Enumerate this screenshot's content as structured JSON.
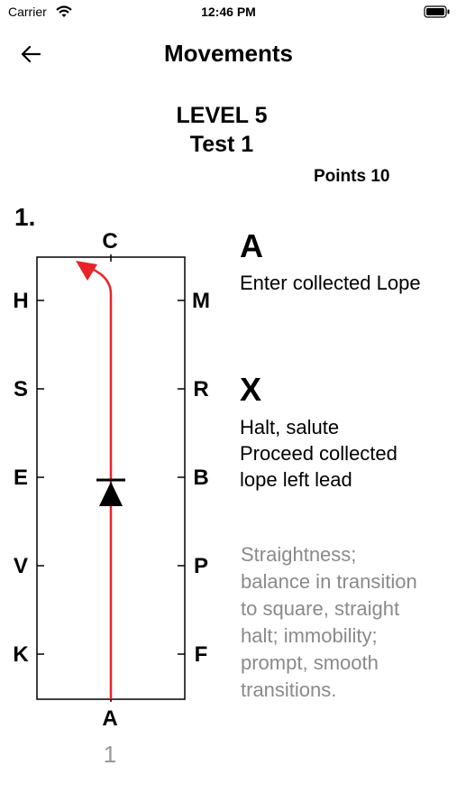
{
  "status_bar": {
    "carrier": "Carrier",
    "time": "12:46 PM"
  },
  "nav": {
    "title": "Movements",
    "back_icon": "arrow-left-icon"
  },
  "header": {
    "level": "LEVEL 5",
    "test": "Test 1",
    "points": "Points 10"
  },
  "movement": {
    "number": "1.",
    "test_number": "1",
    "arena_letters": {
      "top": "C",
      "bottom": "A",
      "left": [
        "H",
        "S",
        "E",
        "V",
        "K"
      ],
      "right": [
        "M",
        "R",
        "B",
        "P",
        "F"
      ]
    },
    "path_color": "#e8232a",
    "steps": [
      {
        "marker": "A",
        "lines": [
          "Enter collected Lope"
        ]
      },
      {
        "marker": "X",
        "lines": [
          "Halt, salute",
          "Proceed collected",
          "lope left lead"
        ]
      }
    ],
    "directives": [
      "Straightness;",
      "balance in transition",
      "to square, straight",
      "halt; immobility;",
      "prompt, smooth",
      "transitions."
    ]
  }
}
